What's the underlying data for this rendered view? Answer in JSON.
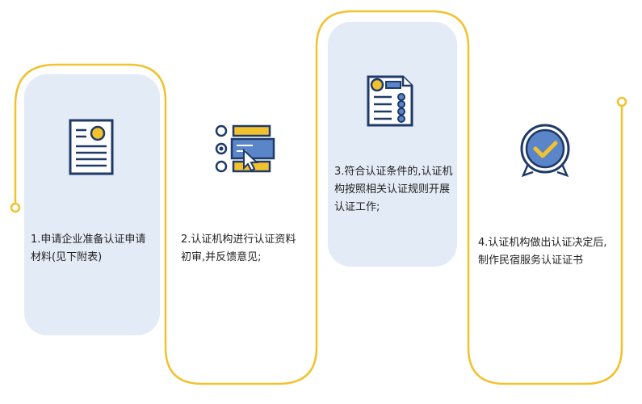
{
  "colors": {
    "track": "#f2c12e",
    "card": "#e3ebf6",
    "icon_navy": "#1f3a68",
    "icon_blue": "#5a86c9",
    "icon_yellow": "#f2c12e",
    "text": "#222222"
  },
  "steps": [
    {
      "text": "1.申请企业准备认证申请材料(见下附表)",
      "icon": "document-icon"
    },
    {
      "text": "2.认证机构进行认证资料初审,并反馈意见;",
      "icon": "form-select-icon"
    },
    {
      "text": "3.符合认证条件的,认证机构按照相关认证规则开展认证工作;",
      "icon": "checklist-document-icon"
    },
    {
      "text": "4.认证机构做出认证决定后,制作民宿服务认证证书",
      "icon": "approved-badge-icon"
    }
  ]
}
